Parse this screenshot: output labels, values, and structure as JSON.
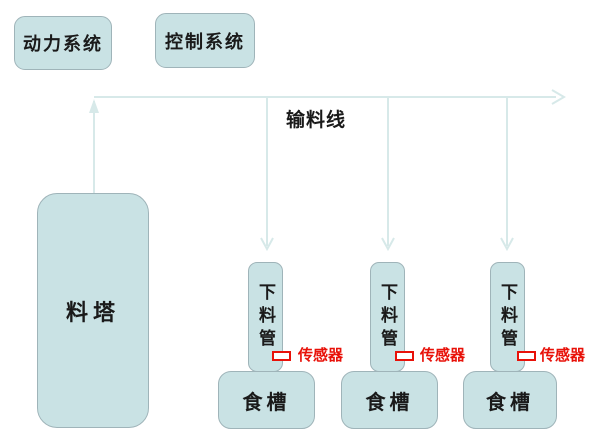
{
  "colors": {
    "node_fill": "#c9e2e4",
    "node_border": "#9fb4b9",
    "connector": "#d7e9e9",
    "sensor": "#e81109",
    "text": "#1a1a1a"
  },
  "nodes": {
    "power_system": {
      "label": "动力系统"
    },
    "control_system": {
      "label": "控制系统"
    },
    "feed_tower": {
      "label": "料塔"
    },
    "feed_line_label": "输料线",
    "drop_pipes": [
      {
        "label": "下料管"
      },
      {
        "label": "下料管"
      },
      {
        "label": "下料管"
      }
    ],
    "troughs": [
      {
        "label": "食槽"
      },
      {
        "label": "食槽"
      },
      {
        "label": "食槽"
      }
    ],
    "sensors": [
      {
        "label": "传感器"
      },
      {
        "label": "传感器"
      },
      {
        "label": "传感器"
      }
    ]
  }
}
